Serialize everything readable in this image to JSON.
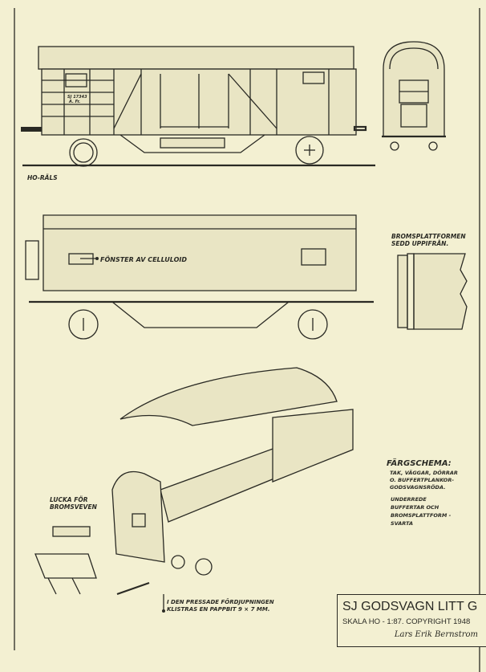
{
  "drawing": {
    "title": "SJ GODSVAGN LITT G",
    "scale_copyright": "SKALA HO - 1:87. COPYRIGHT 1948",
    "signature": "Lars Erik Bernstrom",
    "rail_label": "HO-RÄLS",
    "window_label": "FÖNSTER AV CELLULOID",
    "brake_platform_label": [
      "BROMSPLATTFORMEN",
      "SEDD UPPIFRÅN."
    ],
    "hatch_label": [
      "LUCKA FÖR",
      "BROMSVEVEN"
    ],
    "glue_note": [
      "I DEN PRESSADE FÖRDJUPNINGEN",
      "KLISTRAS EN PAPPBIT 9 × 7 MM."
    ],
    "color_scheme": {
      "heading": "FÄRGSCHEMA:",
      "lines1": [
        "TAK, VÄGGAR, DÖRRAR",
        "O. BUFFERTPLANKOR-",
        "GODSVAGNSRÖDA."
      ],
      "lines2": [
        "UNDERREDE",
        "BUFFERTAR OCH",
        "BROMSPLATTFORM -",
        "SVARTA"
      ]
    },
    "car_marking": [
      "SJ 17343",
      "A. Fr."
    ]
  }
}
